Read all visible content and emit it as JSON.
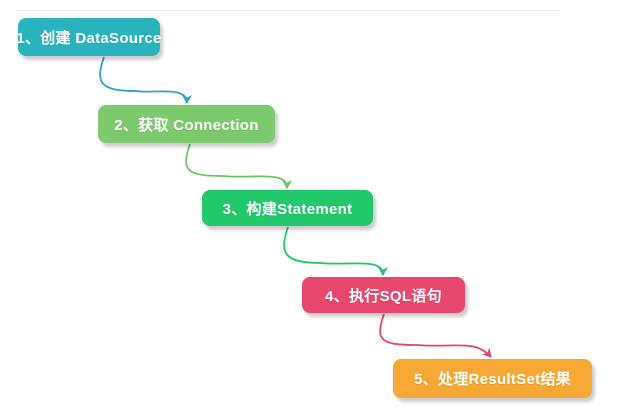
{
  "diagram": {
    "background_color": "#ffffff",
    "steps": [
      {
        "label": "1、创建 DataSource",
        "box_color": "#29b4bd",
        "arrow_color": "#2aa4c7"
      },
      {
        "label": "2、获取 Connection",
        "box_color": "#7dc96e",
        "arrow_color": "#6cc463"
      },
      {
        "label": "3、构建Statement",
        "box_color": "#22c96a",
        "arrow_color": "#23c869"
      },
      {
        "label": "4、执行SQL语句",
        "box_color": "#e8486b",
        "arrow_color": "#e0476f"
      },
      {
        "label": "5、处理ResultSet结果",
        "box_color": "#f7a733",
        "arrow_color": null
      }
    ]
  }
}
